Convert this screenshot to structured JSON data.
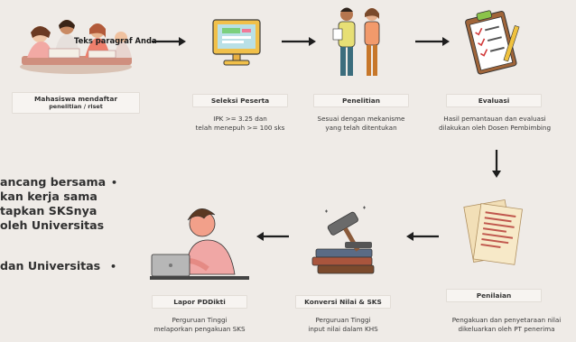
{
  "overlay_text": "Teks paragraf Anda",
  "steps": {
    "mahasiswa": {
      "title": "Mahasiswa mendaftar",
      "subtitle": "penelitian / riset"
    },
    "seleksi": {
      "title": "Seleksi Peserta",
      "desc_1": "IPK >= 3.25 dan",
      "desc_2": "telah menepuh >= 100 sks"
    },
    "penelitian": {
      "title": "Penelitian",
      "desc_1": "Sesuai dengan mekanisme",
      "desc_2": "yang telah ditentukan"
    },
    "evaluasi": {
      "title": "Evaluasi",
      "desc_1": "Hasil pemantauan dan evaluasi",
      "desc_2": "dilakukan oleh Dosen Pembimbing"
    },
    "penilaian": {
      "title": "Penilaian",
      "desc_1": "Pengakuan dan penyetaraan nilai",
      "desc_2": "dikeluarkan oleh PT penerima"
    },
    "konversi": {
      "title": "Konversi Nilai & SKS",
      "desc_1": "Perguruan Tinggi",
      "desc_2": "input nilai dalam KHS"
    },
    "lapor": {
      "title": "Lapor PDDikti",
      "desc_1": "Perguruan Tinggi",
      "desc_2": "melaporkan pengakuan SKS"
    }
  },
  "left_panel": {
    "line_1": "ancang bersama",
    "line_2": "kan kerja sama",
    "line_3": "tapkan SKSnya",
    "line_4": "oleh Universitas",
    "line_5": "dan Universitas",
    "bullet": "•"
  },
  "colors": {
    "background": "#efebe7",
    "arrow": "#1e1e1e",
    "monitor": "#f1c04a",
    "skin": "#f2a08a",
    "pink_shirt": "#f0a7a5",
    "paper": "#f7e9c8"
  }
}
